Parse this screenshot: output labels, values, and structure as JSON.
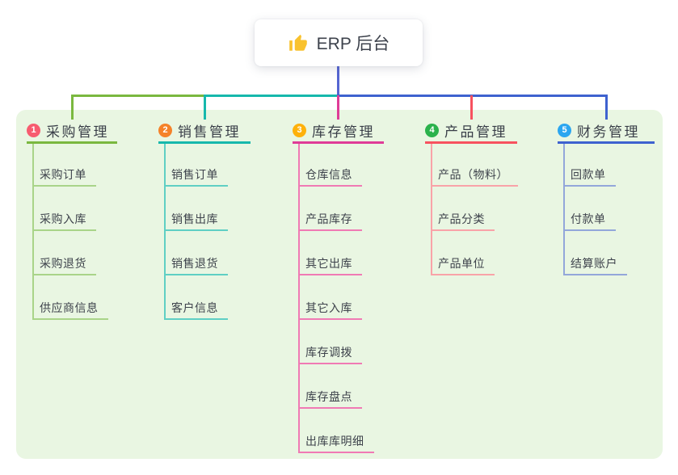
{
  "root": {
    "title": "ERP 后台",
    "icon": "thumbs-up-icon",
    "icon_color": "#f9c22e"
  },
  "canvas": {
    "background": "#ffffff",
    "panel_background": "#e9f6e2",
    "text_color": "#3e434c"
  },
  "trunk_color": "#5565d2",
  "branches": [
    {
      "badge": "1",
      "badge_color": "#f75c6f",
      "title": "采购管理",
      "line_color": "#7ab83f",
      "child_line_color": "#a9d489",
      "items": [
        "采购订单",
        "采购入库",
        "采购退货",
        "供应商信息"
      ]
    },
    {
      "badge": "2",
      "badge_color": "#f58229",
      "title": "销售管理",
      "line_color": "#16b8ac",
      "child_line_color": "#5fcfc4",
      "items": [
        "销售订单",
        "销售出库",
        "销售退货",
        "客户信息"
      ]
    },
    {
      "badge": "3",
      "badge_color": "#feb10b",
      "title": "库存管理",
      "line_color": "#df3c97",
      "child_line_color": "#f07ab4",
      "items": [
        "仓库信息",
        "产品库存",
        "其它出库",
        "其它入库",
        "库存调拨",
        "库存盘点",
        "出库库明细"
      ]
    },
    {
      "badge": "4",
      "badge_color": "#2bb24c",
      "title": "产品管理",
      "line_color": "#f7525f",
      "child_line_color": "#f9a3a8",
      "items": [
        "产品（物料）",
        "产品分类",
        "产品单位"
      ]
    },
    {
      "badge": "5",
      "badge_color": "#2ba6f0",
      "title": "财务管理",
      "line_color": "#3e62cf",
      "child_line_color": "#93a7da",
      "items": [
        "回款单",
        "付款单",
        "结算账户"
      ]
    }
  ]
}
